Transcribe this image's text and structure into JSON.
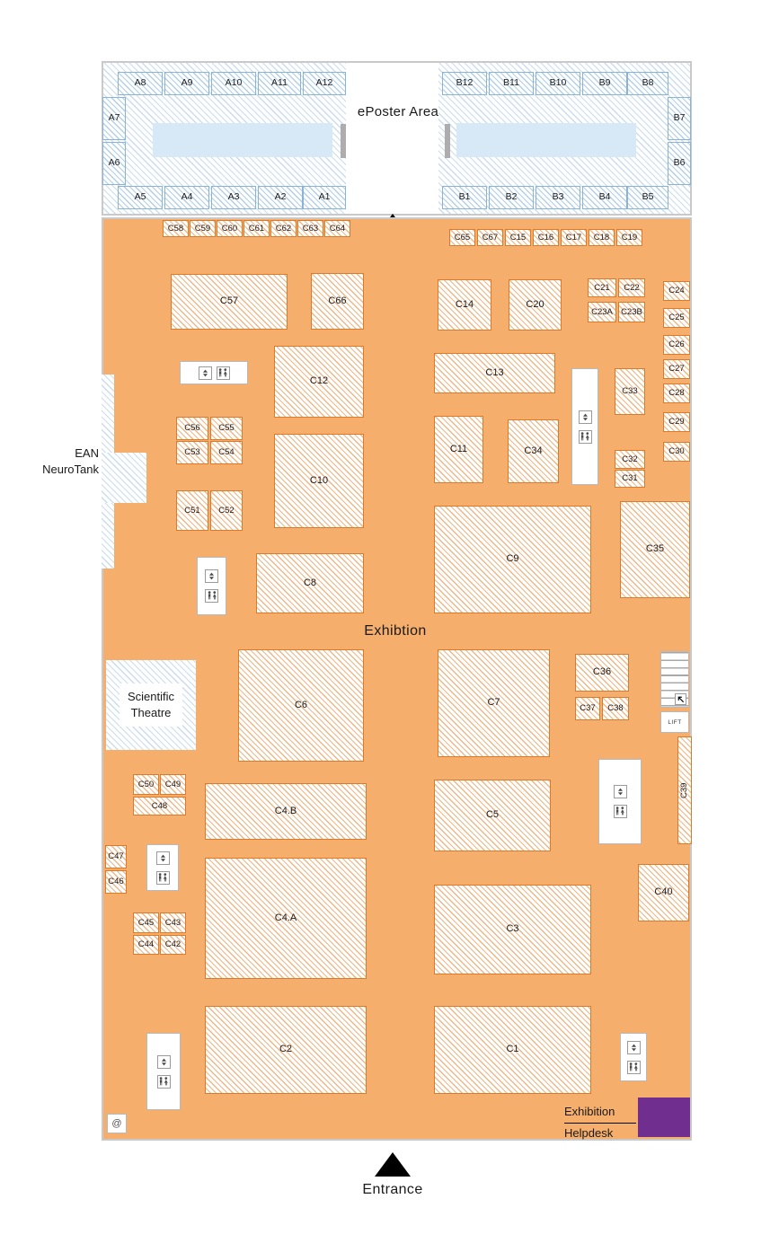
{
  "eposter": {
    "title": "ePoster Area",
    "booths": {
      "a1": "A1",
      "a2": "A2",
      "a3": "A3",
      "a4": "A4",
      "a5": "A5",
      "a6": "A6",
      "a7": "A7",
      "a8": "A8",
      "a9": "A9",
      "a10": "A10",
      "a11": "A11",
      "a12": "A12",
      "b1": "B1",
      "b2": "B2",
      "b3": "B3",
      "b4": "B4",
      "b5": "B5",
      "b6": "B6",
      "b7": "B7",
      "b8": "B8",
      "b9": "B9",
      "b10": "B10",
      "b11": "B11",
      "b12": "B12"
    }
  },
  "hall": {
    "title": "Exhibtion",
    "booths": {
      "c1": "C1",
      "c2": "C2",
      "c3": "C3",
      "c4a": "C4.A",
      "c4b": "C4.B",
      "c5": "C5",
      "c6": "C6",
      "c7": "C7",
      "c8": "C8",
      "c9": "C9",
      "c10": "C10",
      "c11": "C11",
      "c12": "C12",
      "c13": "C13",
      "c14": "C14",
      "c15": "C15",
      "c16": "C16",
      "c17": "C17",
      "c18": "C18",
      "c19": "C19",
      "c20": "C20",
      "c21": "C21",
      "c22": "C22",
      "c23a": "C23A",
      "c23b": "C23B",
      "c24": "C24",
      "c25": "C25",
      "c26": "C26",
      "c27": "C27",
      "c28": "C28",
      "c29": "C29",
      "c30": "C30",
      "c31": "C31",
      "c32": "C32",
      "c33": "C33",
      "c34": "C34",
      "c35": "C35",
      "c36": "C36",
      "c37": "C37",
      "c38": "C38",
      "c39": "C39",
      "c40": "C40",
      "c42": "C42",
      "c43": "C43",
      "c44": "C44",
      "c45": "C45",
      "c46": "C46",
      "c47": "C47",
      "c48": "C48",
      "c49": "C49",
      "c50": "C50",
      "c51": "C51",
      "c52": "C52",
      "c53": "C53",
      "c54": "C54",
      "c55": "C55",
      "c56": "C56",
      "c57": "C57",
      "c58": "C58",
      "c59": "C59",
      "c60": "C60",
      "c61": "C61",
      "c62": "C62",
      "c63": "C63",
      "c64": "C64",
      "c65": "C65",
      "c66": "C66",
      "c67": "C67"
    }
  },
  "areas": {
    "neurotank_line1": "EAN",
    "neurotank_line2": "NeuroTank",
    "theatre_line1": "Scientific",
    "theatre_line2": "Theatre",
    "helpdesk_line1": "Exhibition",
    "helpdesk_line2": "Helpdesk",
    "entrance": "Entrance"
  },
  "facilities": {
    "lift_label": "LIFT",
    "internet_label": "@"
  },
  "icons": {
    "lift": "lift-icon",
    "restrooms": "restrooms-icon",
    "stairs": "stairs-icon",
    "stairs_arrow": "stairs-arrow-icon",
    "entrance_arrow": "entrance-arrow-icon"
  },
  "colors": {
    "hall_orange": "#f5ae6c",
    "booth_orange_border": "#dd7a28",
    "booth_blue_border": "#8ab3d8",
    "poster_board_blue": "#d7e9f7",
    "helpdesk_purple": "#702f8f",
    "arrow_black": "#000000"
  }
}
